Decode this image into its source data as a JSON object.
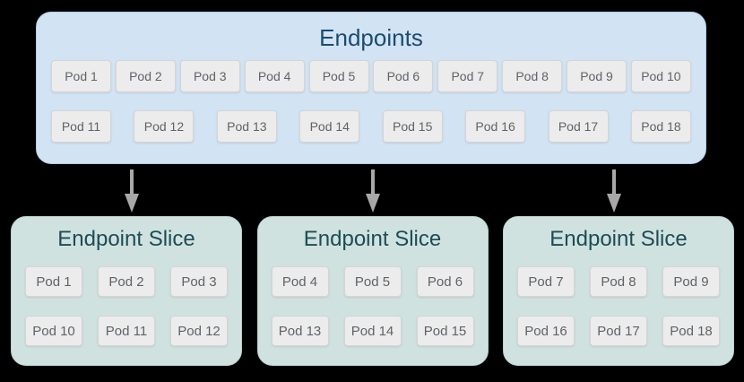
{
  "diagram": {
    "endpoints": {
      "title": "Endpoints",
      "pods": [
        "Pod 1",
        "Pod 2",
        "Pod 3",
        "Pod 4",
        "Pod 5",
        "Pod 6",
        "Pod 7",
        "Pod 8",
        "Pod 9",
        "Pod 10",
        "Pod 11",
        "Pod 12",
        "Pod 13",
        "Pod 14",
        "Pod 15",
        "Pod 16",
        "Pod 17",
        "Pod 18"
      ]
    },
    "arrows": {
      "count": 3,
      "icon": "down-arrow-icon"
    },
    "slices": [
      {
        "title": "Endpoint Slice",
        "pods": [
          "Pod 1",
          "Pod 2",
          "Pod 3",
          "Pod 10",
          "Pod 11",
          "Pod 12"
        ]
      },
      {
        "title": "Endpoint Slice",
        "pods": [
          "Pod 4",
          "Pod 5",
          "Pod 6",
          "Pod 13",
          "Pod 14",
          "Pod 15"
        ]
      },
      {
        "title": "Endpoint Slice",
        "pods": [
          "Pod 7",
          "Pod 8",
          "Pod 9",
          "Pod 16",
          "Pod 17",
          "Pod 18"
        ]
      }
    ],
    "colors": {
      "background": "#000000",
      "endpoints_bg": "#d2e3f4",
      "endpoints_border": "#b3cce6",
      "endpoints_title": "#1a4c70",
      "slice_bg": "#d0e2e0",
      "slice_border": "#b7d0ce",
      "slice_title": "#1d4c55",
      "pod_bg": "#ececec",
      "pod_border": "#d5d5d5",
      "pod_text": "#5f6368",
      "arrow": "#a8a8a8"
    }
  }
}
